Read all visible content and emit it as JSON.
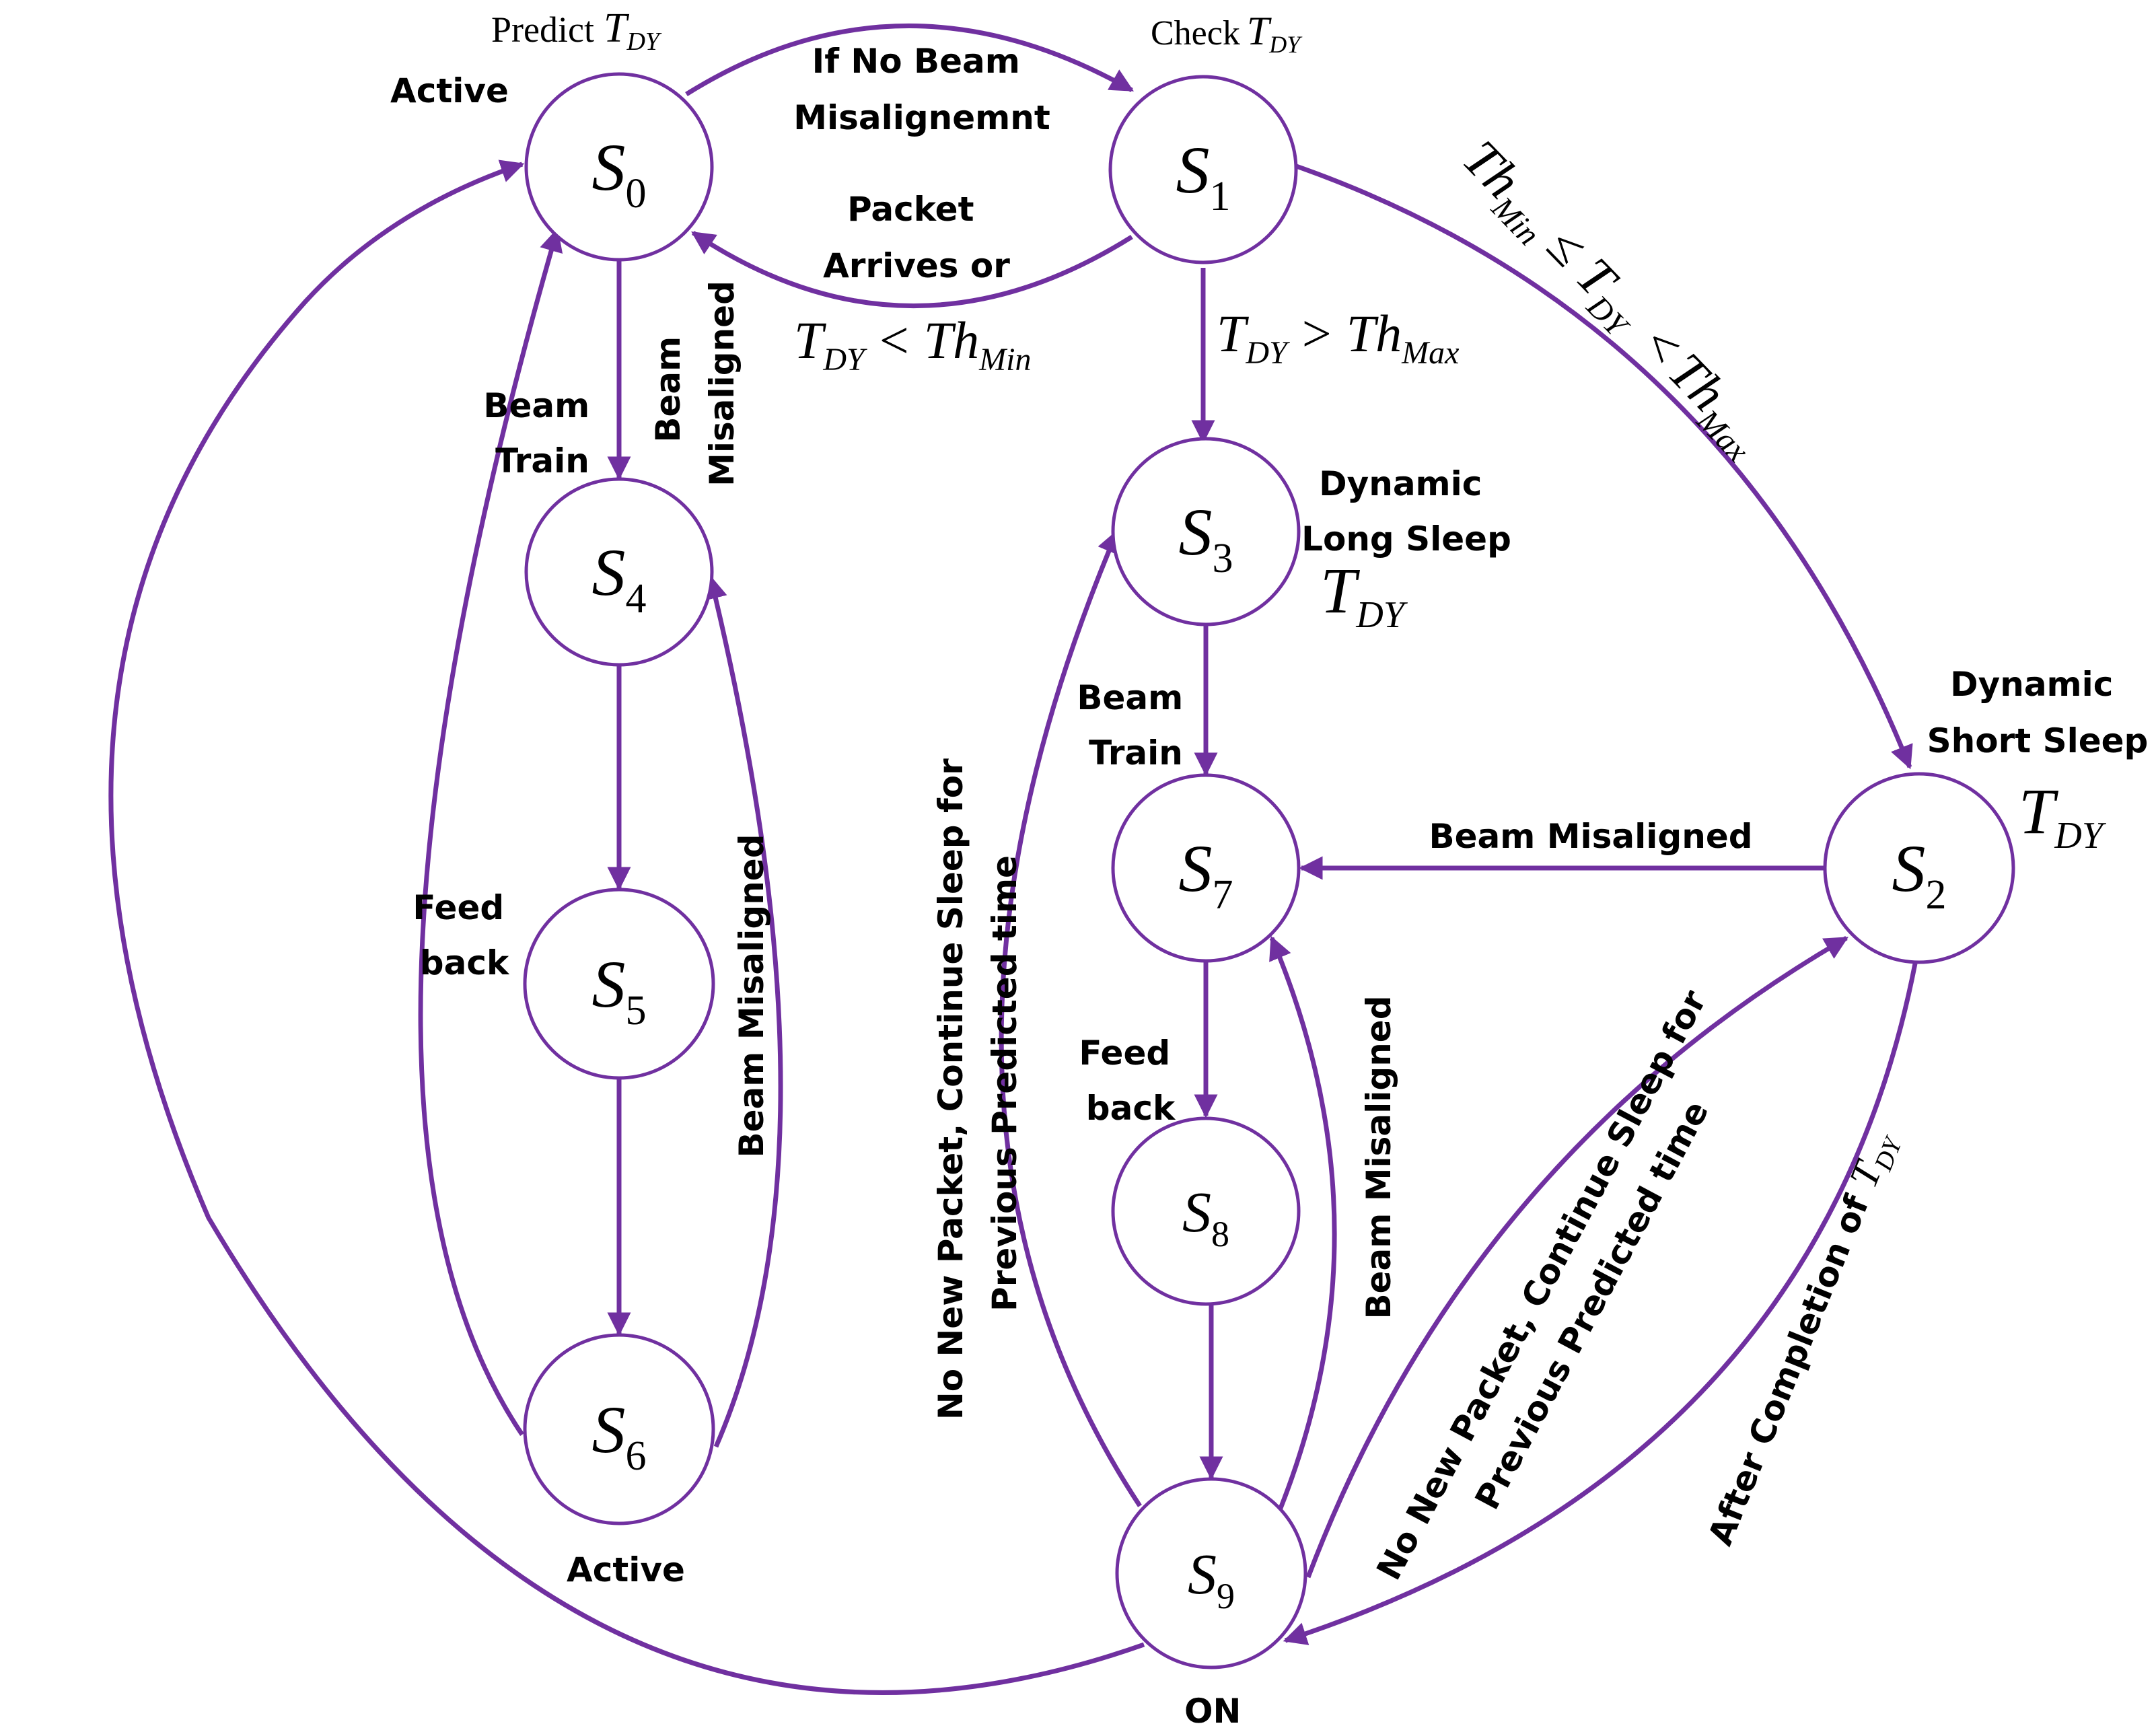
{
  "colors": {
    "stroke": "#7030a0",
    "text": "#000000",
    "background": "#ffffff"
  },
  "states": {
    "s0": {
      "letter": "S",
      "index": "0"
    },
    "s1": {
      "letter": "S",
      "index": "1"
    },
    "s2": {
      "letter": "S",
      "index": "2"
    },
    "s3": {
      "letter": "S",
      "index": "3"
    },
    "s4": {
      "letter": "S",
      "index": "4"
    },
    "s5": {
      "letter": "S",
      "index": "5"
    },
    "s6": {
      "letter": "S",
      "index": "6"
    },
    "s7": {
      "letter": "S",
      "index": "7"
    },
    "s8": {
      "letter": "S",
      "index": "8"
    },
    "s9": {
      "letter": "S",
      "index": "9"
    }
  },
  "labels": {
    "predict": "Predict",
    "check": "Check",
    "active_s0": "Active",
    "active_s6": "Active",
    "on": "ON",
    "no_misalign": [
      "If No Beam",
      "Misalignemnt"
    ],
    "packet_arrives": [
      "Packet",
      "Arrives or"
    ],
    "beam_train_left": [
      "Beam",
      "Train"
    ],
    "beam_misaligned_s0": [
      "Beam",
      "Misaligned"
    ],
    "feed_back_left": [
      "Feed",
      "back"
    ],
    "beam_misaligned_left": "Beam Misaligned",
    "dynamic_long_sleep": [
      "Dynamic",
      "Long Sleep"
    ],
    "dynamic_short_sleep": [
      "Dynamic",
      "Short Sleep"
    ],
    "beam_train_mid": [
      "Beam",
      "Train"
    ],
    "beam_misaligned_h": "Beam Misaligned",
    "feed_back_mid": [
      "Feed",
      "back"
    ],
    "beam_misaligned_mid": "Beam Misaligned",
    "no_new_packet_s3": [
      "No New Packet, Continue Sleep for",
      "Previous Predicted time"
    ],
    "no_new_packet_s2": [
      "No New Packet, Continue Sleep for",
      "Previous Predicted time"
    ],
    "after_completion": "After Completion of"
  },
  "symbols": {
    "T": "T",
    "DY": "DY",
    "Th": "Th",
    "Min": "Min",
    "Max": "Max",
    "lt": "<",
    "gt": ">",
    "le": "≤"
  }
}
